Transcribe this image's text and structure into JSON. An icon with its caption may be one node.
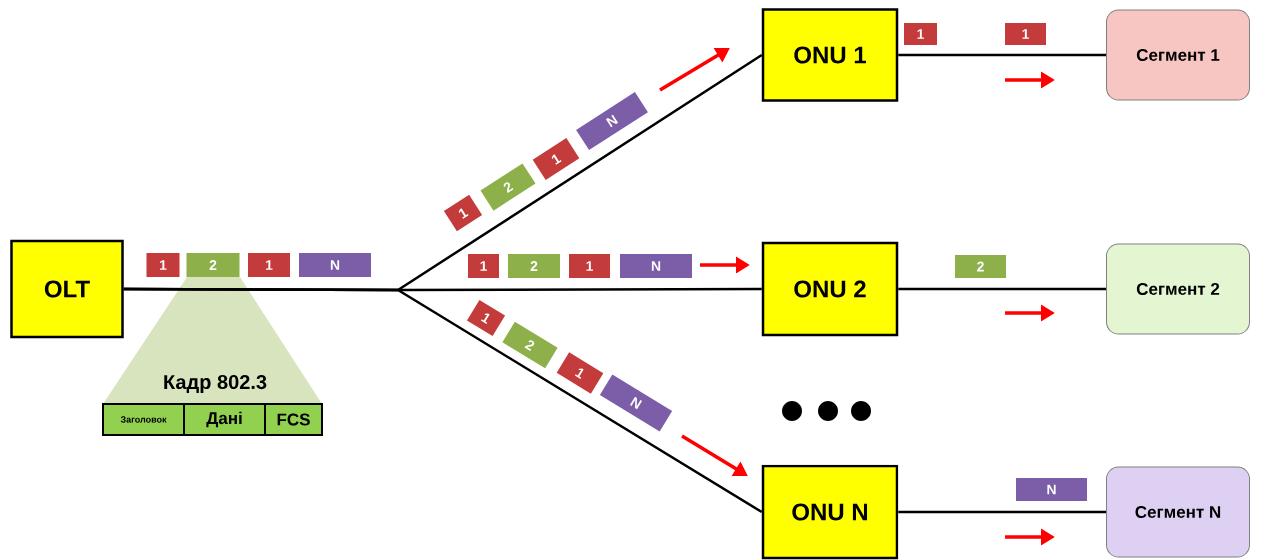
{
  "diagram": {
    "nodes": [
      {
        "text": [
          "OLT"
        ]
      },
      {
        "text": [
          "1"
        ]
      },
      {
        "text": [
          "2"
        ]
      },
      {
        "text": [
          "1"
        ]
      },
      {
        "text": [
          "N"
        ]
      },
      {
        "text": [
          "Кадр 802.3"
        ]
      },
      {
        "text": [
          "Заголовок"
        ]
      },
      {
        "text": [
          "Дані"
        ]
      },
      {
        "text": [
          "FCS"
        ]
      },
      {
        "text": [
          "1"
        ]
      },
      {
        "text": [
          "2"
        ]
      },
      {
        "text": [
          "1"
        ]
      },
      {
        "text": [
          "N"
        ]
      },
      {
        "text": [
          "ONU 1"
        ]
      },
      {
        "text": [
          "1"
        ]
      },
      {
        "text": [
          "1"
        ]
      },
      {
        "text": [
          "Сегмент 1"
        ]
      },
      {
        "text": [
          "1"
        ]
      },
      {
        "text": [
          "2"
        ]
      },
      {
        "text": [
          "1"
        ]
      },
      {
        "text": [
          "N"
        ]
      },
      {
        "text": [
          "ONU 2"
        ]
      },
      {
        "text": [
          "2"
        ]
      },
      {
        "text": [
          "Сегмент 2"
        ]
      },
      {
        "text": [
          "1"
        ]
      },
      {
        "text": [
          "2"
        ]
      },
      {
        "text": [
          "1"
        ]
      },
      {
        "text": [
          "N"
        ]
      },
      {
        "text": [
          "ONU N"
        ]
      },
      {
        "text": [
          "N"
        ]
      },
      {
        "text": [
          "Сегмент N"
        ]
      }
    ],
    "edges": [
      {
        "from": 0,
        "to": 13,
        "arrow": "none"
      },
      {
        "from": 0,
        "to": 21,
        "arrow": "none"
      },
      {
        "from": 0,
        "to": 28,
        "arrow": "none"
      },
      {
        "from": 13,
        "to": 16,
        "arrow": "none"
      },
      {
        "from": 21,
        "to": 23,
        "arrow": "none"
      },
      {
        "from": 28,
        "to": 30,
        "arrow": "none"
      }
    ]
  }
}
